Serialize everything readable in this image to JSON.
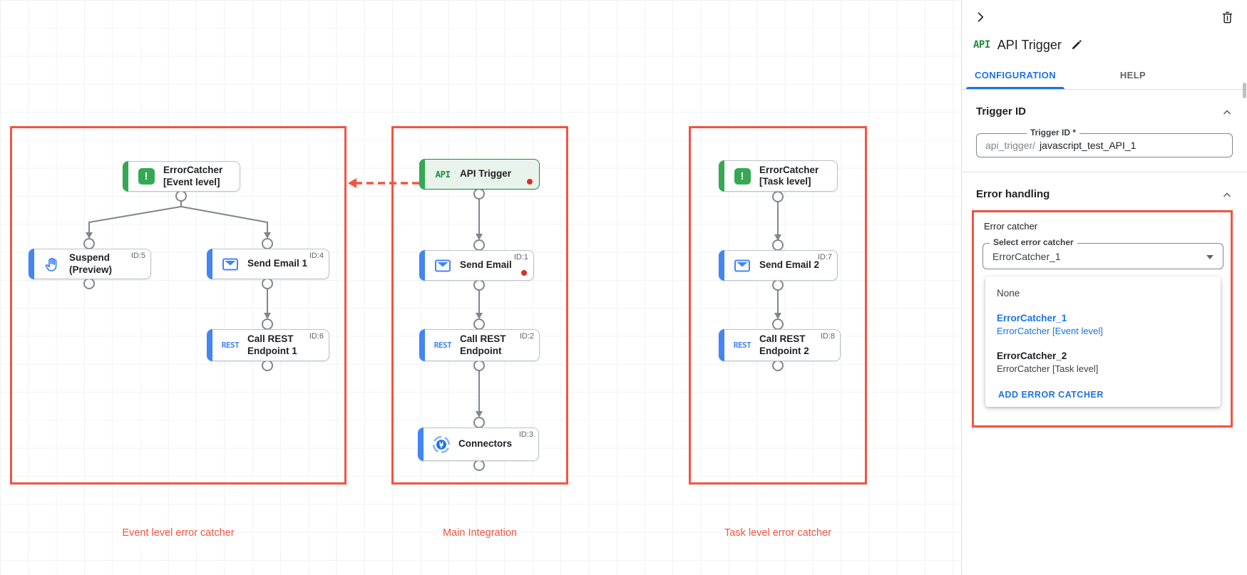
{
  "canvas": {
    "groups": [
      {
        "label": "Event level error catcher"
      },
      {
        "label": "Main Integration"
      },
      {
        "label": "Task level error catcher"
      }
    ],
    "nodes": {
      "ec_event": {
        "label": "ErrorCatcher\n[Event level]"
      },
      "suspend": {
        "label": "Suspend\n(Preview)",
        "id": "ID:5"
      },
      "send_email_1": {
        "label": "Send Email 1",
        "id": "ID:4"
      },
      "rest_1": {
        "label": "Call REST\nEndpoint 1",
        "id": "ID:6"
      },
      "api_trigger": {
        "label": "API Trigger"
      },
      "send_email": {
        "label": "Send Email",
        "id": "ID:1"
      },
      "rest": {
        "label": "Call REST\nEndpoint",
        "id": "ID:2"
      },
      "connectors": {
        "label": "Connectors",
        "id": "ID:3"
      },
      "ec_task": {
        "label": "ErrorCatcher\n[Task level]"
      },
      "send_email_2": {
        "label": "Send Email 2",
        "id": "ID:7"
      },
      "rest_2": {
        "label": "Call REST\nEndpoint 2",
        "id": "ID:8"
      }
    },
    "icon_text": {
      "rest": "REST",
      "api": "API",
      "error": "!"
    }
  },
  "panel": {
    "logo": "API",
    "title": "API Trigger",
    "tabs": {
      "configuration": "CONFIGURATION",
      "help": "HELP"
    },
    "trigger_id": {
      "heading": "Trigger ID",
      "field_label": "Trigger ID *",
      "prefix": "api_trigger/",
      "value": "javascript_test_API_1"
    },
    "error_handling": {
      "heading": "Error handling",
      "group_label": "Error catcher",
      "select_label": "Select error catcher",
      "selected_value": "ErrorCatcher_1",
      "options": [
        {
          "title": "None",
          "subtitle": ""
        },
        {
          "title": "ErrorCatcher_1",
          "subtitle": "ErrorCatcher [Event level]"
        },
        {
          "title": "ErrorCatcher_2",
          "subtitle": "ErrorCatcher [Task level]"
        }
      ],
      "add_button": "ADD ERROR CATCHER"
    }
  },
  "colors": {
    "accent_red": "#f45442",
    "blue": "#1a73e8",
    "green": "#34a853",
    "dot_red": "#d93025"
  }
}
